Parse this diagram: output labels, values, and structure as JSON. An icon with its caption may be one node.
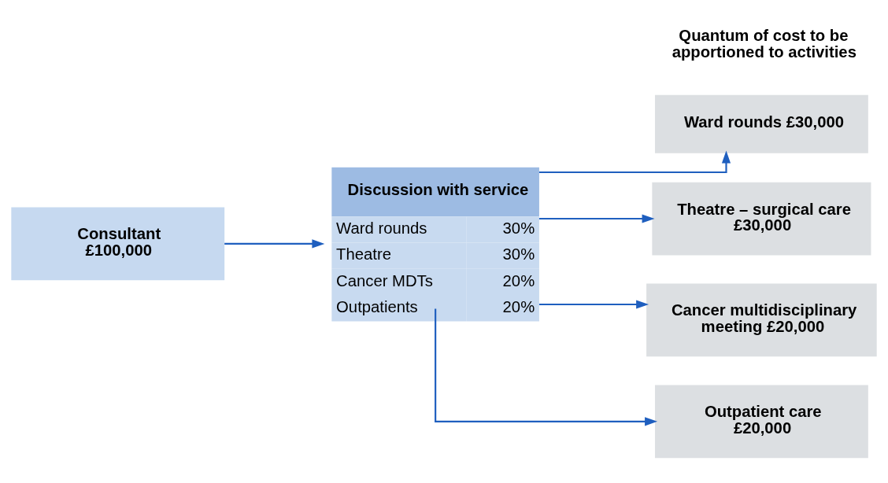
{
  "diagram": {
    "nodes": [
      {
        "text": [
          "Consultant £100,000"
        ]
      },
      {
        "text": [
          "Discussion with service",
          "Ward rounds",
          "30%",
          "Theatre",
          "30%",
          "Cancer MDTs",
          "20%",
          "Outpatients",
          "20%"
        ]
      },
      {
        "text": [
          "Ward rounds £30,000"
        ]
      },
      {
        "text": [
          "Theatre – surgical care £30,000"
        ]
      },
      {
        "text": [
          "Cancer multidisciplinary meeting £20,000"
        ]
      },
      {
        "text": [
          "Outpatient care £20,000"
        ]
      }
    ],
    "edges": [
      {
        "from": 0,
        "to": 1,
        "arrow": "to"
      },
      {
        "from": 1,
        "to": 2,
        "arrow": "to"
      },
      {
        "from": 1,
        "to": 3,
        "arrow": "to"
      },
      {
        "from": 1,
        "to": 4,
        "arrow": "to"
      },
      {
        "from": 1,
        "to": 5,
        "arrow": "to"
      }
    ],
    "labels": [
      "Quantum of cost to be apportioned to activities"
    ]
  }
}
